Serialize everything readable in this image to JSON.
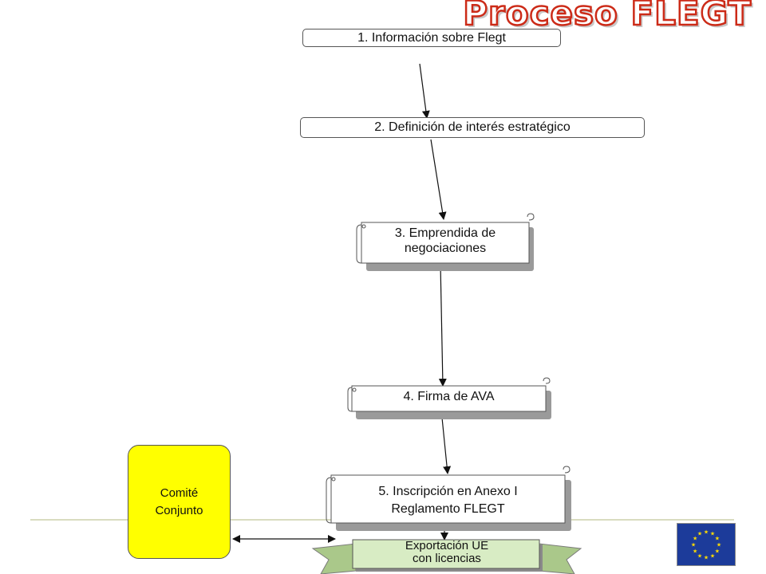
{
  "title": "Proceso FLEGT",
  "steps": {
    "s1": "1. Información sobre Flegt",
    "s2": "2. Definición de interés estratégico",
    "s3_line1": "3. Emprendida de",
    "s3_line2": "negociaciones",
    "s4": "4. Firma de AVA",
    "s5_line1": "5. Inscripción en Anexo I",
    "s5_line2": "Reglamento FLEGT"
  },
  "comite": {
    "line1": "Comité",
    "line2": "Conjunto"
  },
  "export": {
    "line1": "Exportación UE",
    "line2": "con licencias"
  },
  "colors": {
    "title_outline": "#cc2b18",
    "comite_fill": "#ffff00",
    "export_fill": "#d8ecc4",
    "ribbon_fill": "#aac88a",
    "flag_blue": "#1c3b9a",
    "flag_star": "#ffdd00"
  },
  "icons": {
    "flag": "eu-flag-icon"
  }
}
